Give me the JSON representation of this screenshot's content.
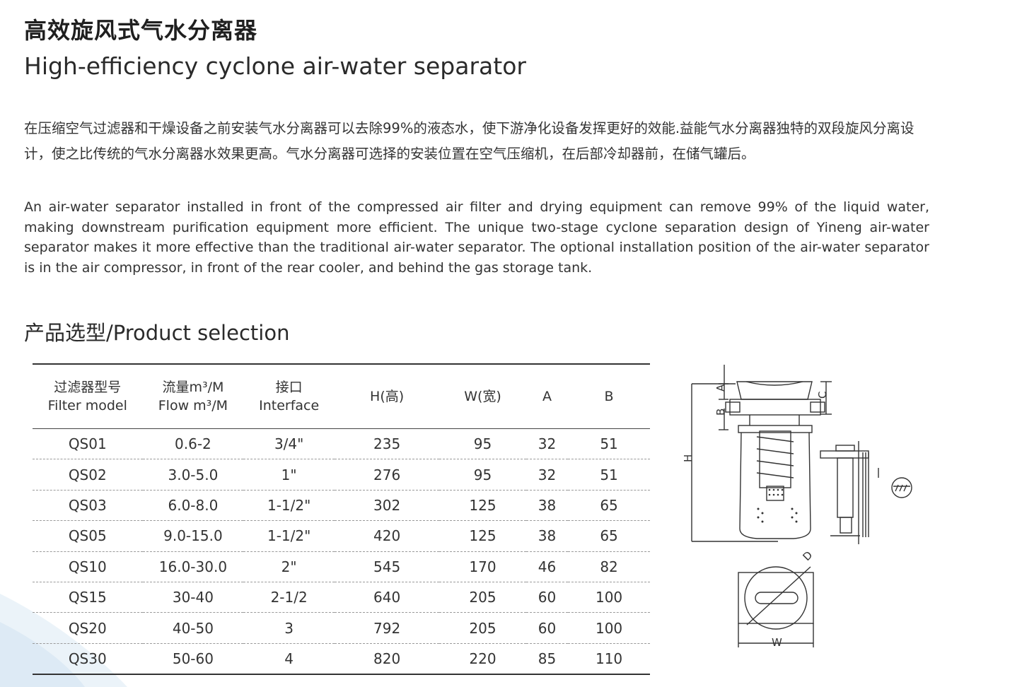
{
  "header": {
    "title_cn": "高效旋风式气水分离器",
    "title_en": "High-efficiency cyclone air-water separator"
  },
  "description": {
    "cn": "在压缩空气过滤器和干燥设备之前安装气水分离器可以去除99%的液态水，使下游净化设备发挥更好的效能.益能气水分离器独特的双段旋风分离设计，使之比传统的气水分离器水效果更高。气水分离器可选择的安装位置在空气压缩机，在后部冷却器前，在储气罐后。",
    "en": "An air-water separator installed in front of the compressed air filter and drying equipment can remove 99% of the liquid water, making downstream purification equipment more efficient. The unique two-stage cyclone separation design of Yineng air-water separator makes it more effective than the traditional air-water separator. The optional installation position of the air-water separator is in the air compressor, in front of the rear cooler, and behind the gas storage tank."
  },
  "section": {
    "title": "产品选型/Product selection"
  },
  "table": {
    "headers": [
      {
        "cn": "过滤器型号",
        "en": "Filter model"
      },
      {
        "cn": "流量m³/M",
        "en": "Flow m³/M"
      },
      {
        "cn": "接口",
        "en": "Interface"
      },
      {
        "cn": "",
        "en": "H(高)"
      },
      {
        "cn": "",
        "en": "W(宽)"
      },
      {
        "cn": "",
        "en": "A"
      },
      {
        "cn": "",
        "en": "B"
      }
    ],
    "rows": [
      [
        "QS01",
        "0.6-2",
        "3/4\"",
        "235",
        "95",
        "32",
        "51"
      ],
      [
        "QS02",
        "3.0-5.0",
        "1\"",
        "276",
        "95",
        "32",
        "51"
      ],
      [
        "QS03",
        "6.0-8.0",
        "1-1/2\"",
        "302",
        "125",
        "38",
        "65"
      ],
      [
        "QS05",
        "9.0-15.0",
        "1-1/2\"",
        "420",
        "125",
        "38",
        "65"
      ],
      [
        "QS10",
        "16.0-30.0",
        "2\"",
        "545",
        "170",
        "46",
        "82"
      ],
      [
        "QS15",
        "30-40",
        "2-1/2",
        "640",
        "205",
        "60",
        "100"
      ],
      [
        "QS20",
        "40-50",
        "3",
        "792",
        "205",
        "60",
        "100"
      ],
      [
        "QS30",
        "50-60",
        "4",
        "820",
        "220",
        "85",
        "110"
      ]
    ]
  },
  "diagram": {
    "labels": {
      "a": "A",
      "b": "B",
      "c": "C",
      "h": "H",
      "d": "D",
      "w": "W"
    }
  },
  "colors": {
    "text": "#2b2b2b",
    "rule": "#333333",
    "accent_swoosh": "#cfe3f0"
  }
}
